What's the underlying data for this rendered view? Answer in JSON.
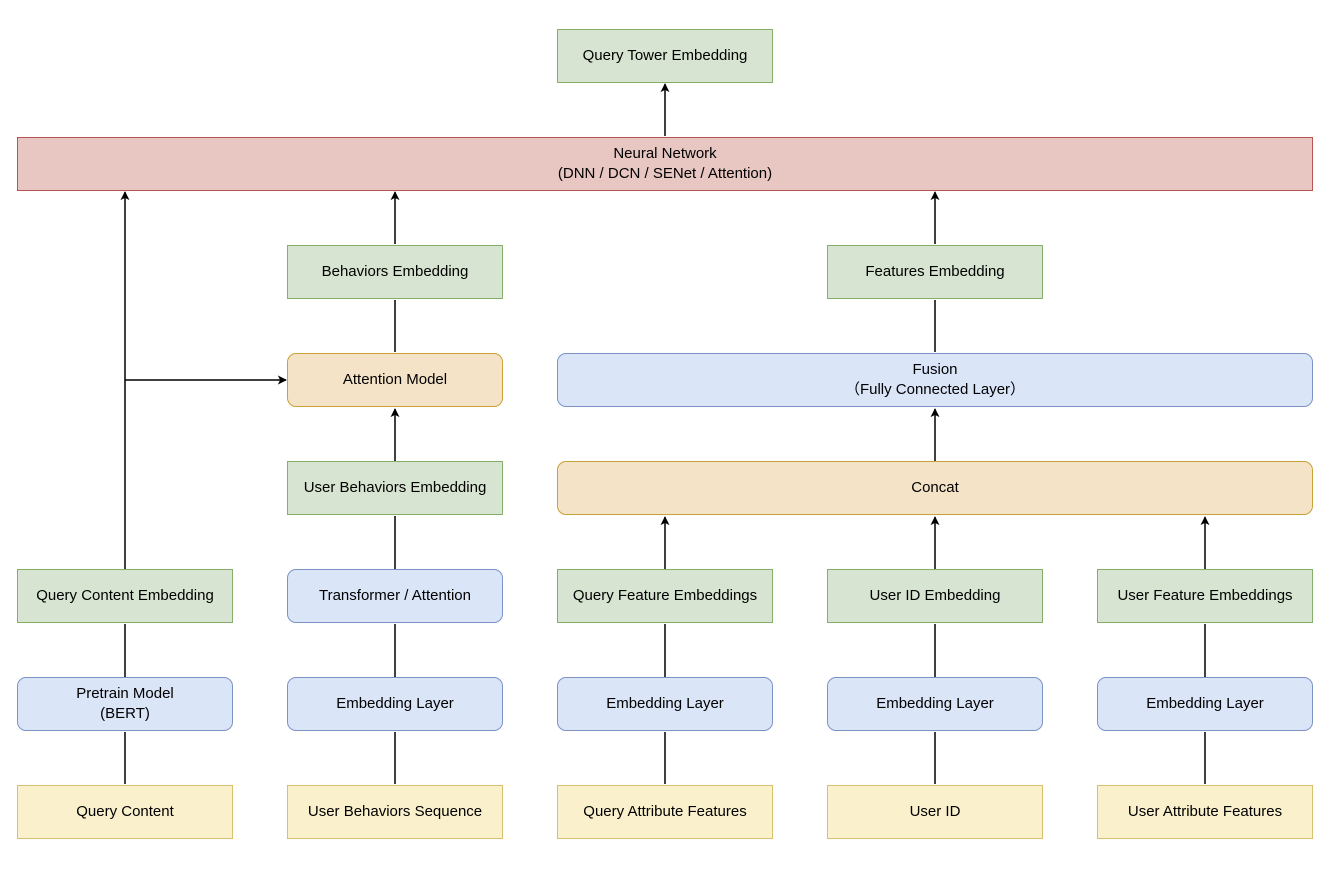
{
  "diagram": {
    "nodes": {
      "query_tower_embedding": {
        "lines": [
          "Query Tower Embedding"
        ],
        "style": "green"
      },
      "neural_network": {
        "lines": [
          "Neural Network",
          "(DNN / DCN / SENet / Attention)"
        ],
        "style": "red"
      },
      "behaviors_embedding": {
        "lines": [
          "Behaviors Embedding"
        ],
        "style": "green"
      },
      "features_embedding": {
        "lines": [
          "Features Embedding"
        ],
        "style": "green"
      },
      "attention_model": {
        "lines": [
          "Attention Model"
        ],
        "style": "orange"
      },
      "fusion": {
        "lines": [
          "Fusion",
          "（Fully Connected Layer）"
        ],
        "style": "blue"
      },
      "user_behaviors_embedding": {
        "lines": [
          "User Behaviors Embedding"
        ],
        "style": "green"
      },
      "concat": {
        "lines": [
          "Concat"
        ],
        "style": "orange"
      },
      "query_content_embedding": {
        "lines": [
          "Query Content Embedding"
        ],
        "style": "green"
      },
      "transformer_attention": {
        "lines": [
          "Transformer / Attention"
        ],
        "style": "blue"
      },
      "query_feature_embeddings": {
        "lines": [
          "Query Feature Embeddings"
        ],
        "style": "green"
      },
      "user_id_embedding": {
        "lines": [
          "User ID Embedding"
        ],
        "style": "green"
      },
      "user_feature_embeddings": {
        "lines": [
          "User Feature Embeddings"
        ],
        "style": "green"
      },
      "pretrain_model": {
        "lines": [
          "Pretrain Model",
          "(BERT)"
        ],
        "style": "blue"
      },
      "embedding_layer_behaviors": {
        "lines": [
          "Embedding Layer"
        ],
        "style": "blue"
      },
      "embedding_layer_query_attr": {
        "lines": [
          "Embedding Layer"
        ],
        "style": "blue"
      },
      "embedding_layer_user_id": {
        "lines": [
          "Embedding Layer"
        ],
        "style": "blue"
      },
      "embedding_layer_user_attr": {
        "lines": [
          "Embedding Layer"
        ],
        "style": "blue"
      },
      "query_content": {
        "lines": [
          "Query Content"
        ],
        "style": "yellow"
      },
      "user_behaviors_sequence": {
        "lines": [
          "User Behaviors Sequence"
        ],
        "style": "yellow"
      },
      "query_attribute_features": {
        "lines": [
          "Query Attribute Features"
        ],
        "style": "yellow"
      },
      "user_id": {
        "lines": [
          "User ID"
        ],
        "style": "yellow"
      },
      "user_attribute_features": {
        "lines": [
          "User Attribute Features"
        ],
        "style": "yellow"
      }
    },
    "edges": [
      {
        "from": "query_content",
        "to": "pretrain_model"
      },
      {
        "from": "pretrain_model",
        "to": "query_content_embedding"
      },
      {
        "from": "query_content_embedding",
        "to": "neural_network"
      },
      {
        "from": "query_content_embedding",
        "to": "attention_model"
      },
      {
        "from": "user_behaviors_sequence",
        "to": "embedding_layer_behaviors"
      },
      {
        "from": "embedding_layer_behaviors",
        "to": "transformer_attention"
      },
      {
        "from": "transformer_attention",
        "to": "user_behaviors_embedding"
      },
      {
        "from": "user_behaviors_embedding",
        "to": "attention_model"
      },
      {
        "from": "attention_model",
        "to": "behaviors_embedding"
      },
      {
        "from": "behaviors_embedding",
        "to": "neural_network"
      },
      {
        "from": "query_attribute_features",
        "to": "embedding_layer_query_attr"
      },
      {
        "from": "embedding_layer_query_attr",
        "to": "query_feature_embeddings"
      },
      {
        "from": "query_feature_embeddings",
        "to": "concat"
      },
      {
        "from": "user_id",
        "to": "embedding_layer_user_id"
      },
      {
        "from": "embedding_layer_user_id",
        "to": "user_id_embedding"
      },
      {
        "from": "user_id_embedding",
        "to": "concat"
      },
      {
        "from": "user_attribute_features",
        "to": "embedding_layer_user_attr"
      },
      {
        "from": "embedding_layer_user_attr",
        "to": "user_feature_embeddings"
      },
      {
        "from": "user_feature_embeddings",
        "to": "concat"
      },
      {
        "from": "concat",
        "to": "fusion"
      },
      {
        "from": "fusion",
        "to": "features_embedding"
      },
      {
        "from": "features_embedding",
        "to": "neural_network"
      },
      {
        "from": "neural_network",
        "to": "query_tower_embedding"
      }
    ]
  }
}
